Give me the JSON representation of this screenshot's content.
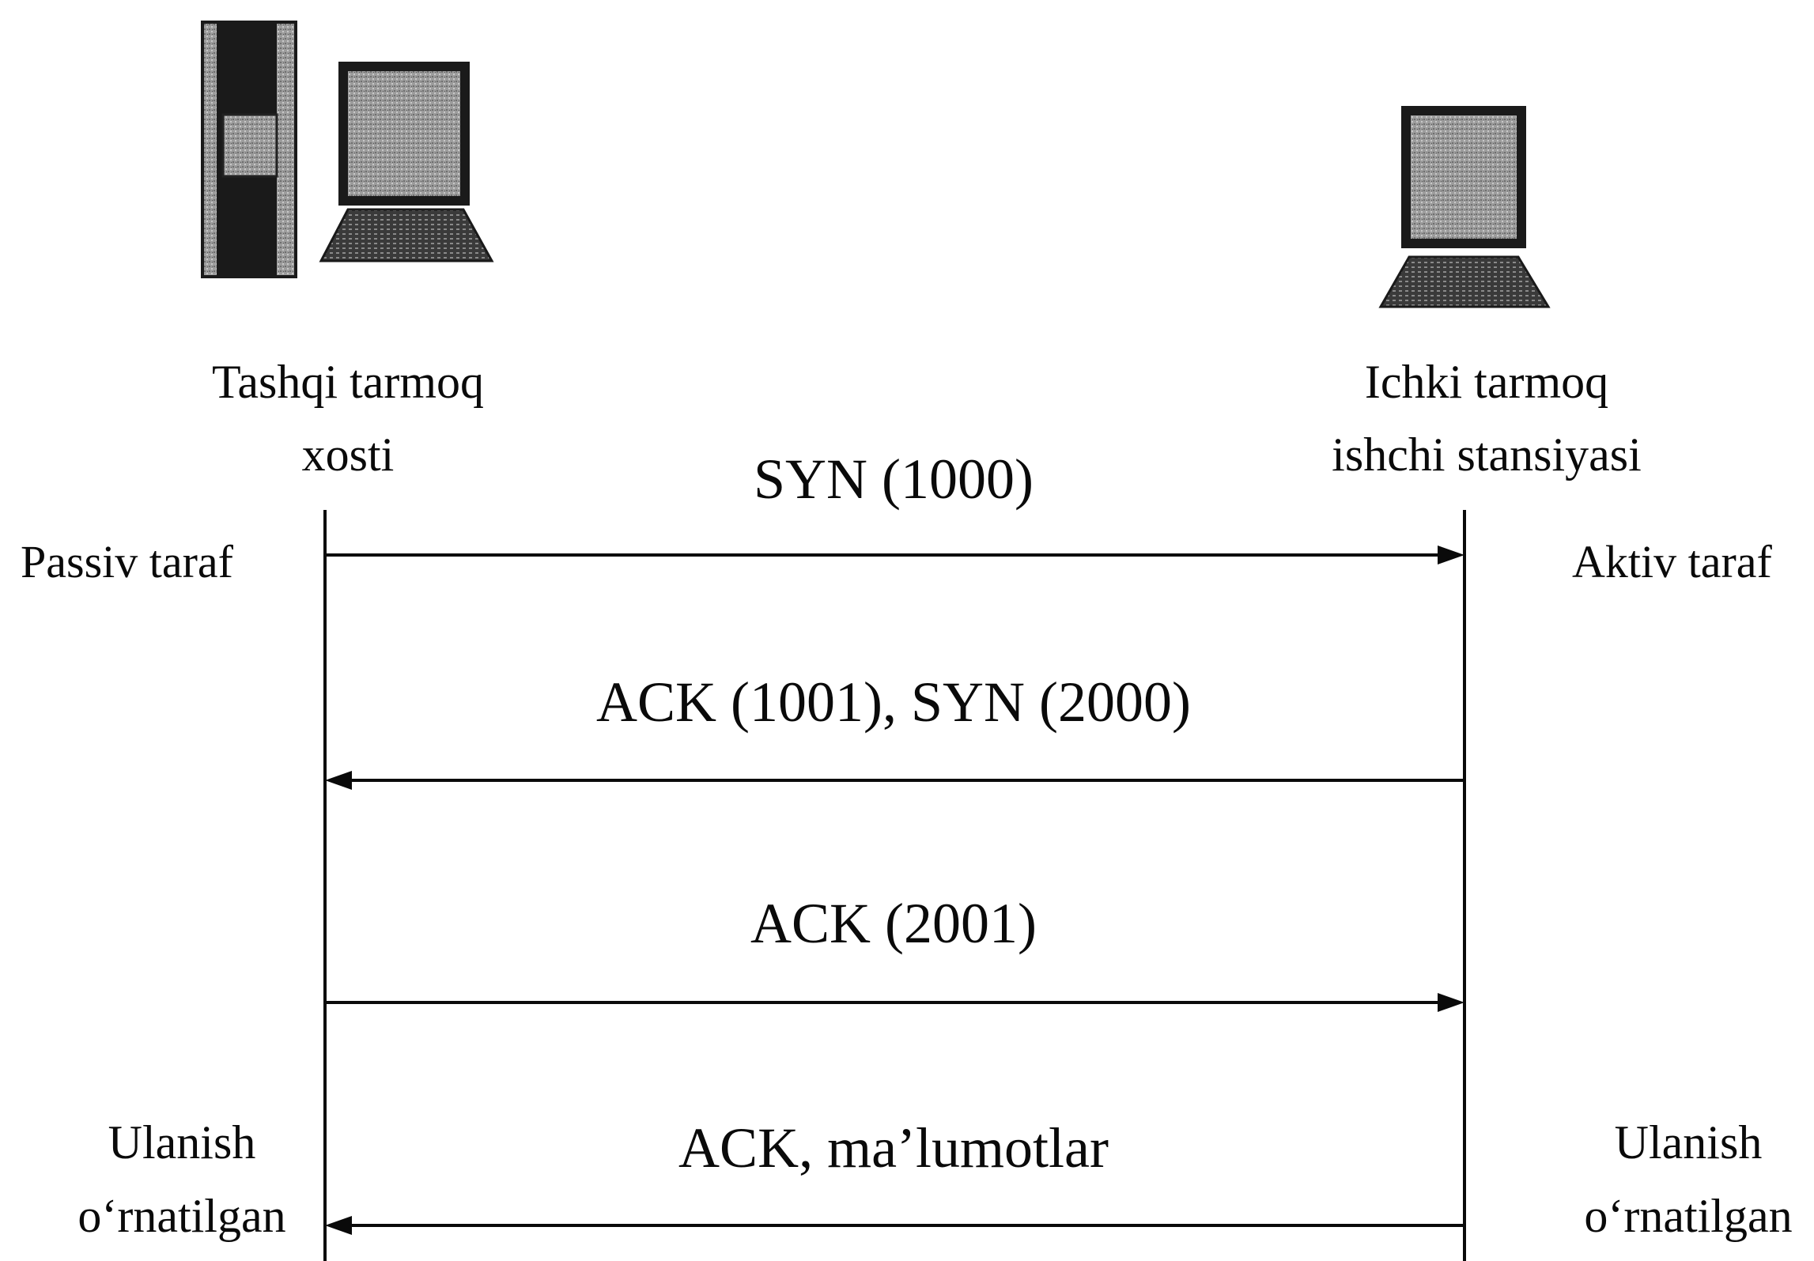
{
  "hosts": {
    "left": {
      "label_line1": "Tashqi tarmoq",
      "label_line2": "xosti",
      "icon": "server-and-workstation-icon"
    },
    "right": {
      "label_line1": "Ichki tarmoq",
      "label_line2": "ishchi stansiyasi",
      "icon": "workstation-icon"
    }
  },
  "roles": {
    "left": "Passiv taraf",
    "right": "Aktiv taraf"
  },
  "messages": [
    {
      "label": "SYN (1000)",
      "direction": "left-to-right"
    },
    {
      "label": "ACK (1001), SYN (2000)",
      "direction": "right-to-left"
    },
    {
      "label": "ACK (2001)",
      "direction": "left-to-right"
    },
    {
      "label": "ACK, ma’lumotlar",
      "direction": "right-to-left"
    }
  ],
  "states": {
    "left": {
      "line1": "Ulanish",
      "line2": "o‘rnatilgan"
    },
    "right": {
      "line1": "Ulanish",
      "line2": "o‘rnatilgan"
    }
  },
  "colors": {
    "ink": "#0a0a0a",
    "screen": "#9a9a9a",
    "tower": "#1a1a1a"
  }
}
